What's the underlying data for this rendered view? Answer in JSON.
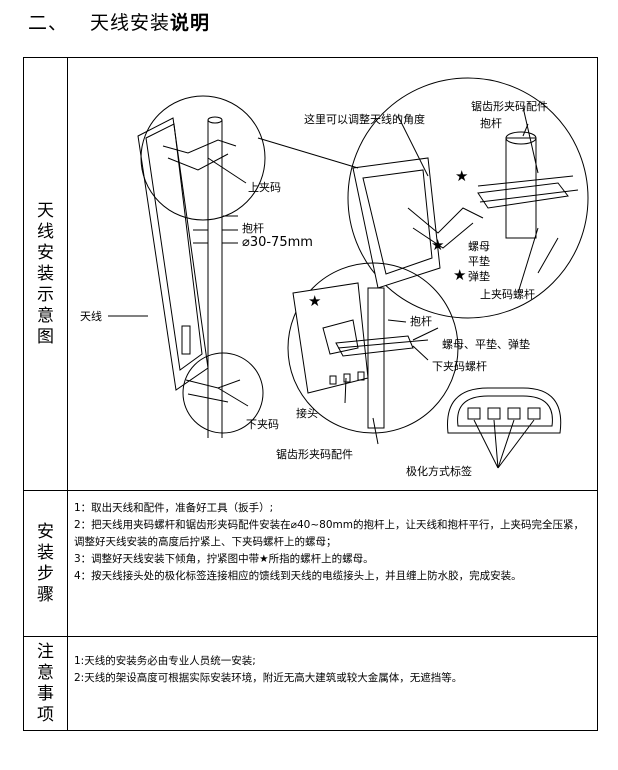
{
  "heading": {
    "number": "二、",
    "title_normal": "天线安装",
    "title_bold": "说明"
  },
  "rows": {
    "diagram": {
      "label": "天线安装示意图"
    },
    "steps": {
      "label": "安装步骤",
      "lines": [
        "1：取出天线和配件，准备好工具（扳手）;",
        "2：把天线用夹码螺杆和锯齿形夹码配件安装在⌀40~80mm的抱杆上，让天线和抱杆平行，上夹码完全压紧，调整好天线安装的高度后拧紧上、下夹码螺杆上的螺母；",
        "3：调整好天线安装下倾角，拧紧图中带★所指的螺杆上的螺母。",
        "4：按天线接头处的极化标签连接相应的馈线到天线的电缆接头上，并且缠上防水胶，完成安装。"
      ]
    },
    "notes": {
      "label": "注意事项",
      "lines": [
        "1:天线的安装务必由专业人员统一安装;",
        "2:天线的架设高度可根据实际安装环境，附近无高大建筑或较大金属体，无遮挡等。"
      ]
    }
  },
  "diagram_labels": {
    "upper_clamp": "上夹码",
    "pole": "抱杆",
    "pole_diameter": "⌀30-75mm",
    "antenna": "天线",
    "lower_clamp": "下夹码",
    "angle_adjust": "这里可以调整天线的角度",
    "serrated_clamp_top": "锯齿形夹码配件",
    "pole_top_detail": "抱杆",
    "nut": "螺母",
    "flat_washer": "平垫",
    "spring_washer": "弹垫",
    "upper_clamp_bolt": "上夹码螺杆",
    "pole_lower_detail": "抱杆",
    "nut_washers": "螺母、平垫、弹垫",
    "lower_clamp_bolt": "下夹码螺杆",
    "connector": "接头",
    "serrated_clamp_bottom": "锯齿形夹码配件",
    "polarization_label": "极化方式标签"
  }
}
